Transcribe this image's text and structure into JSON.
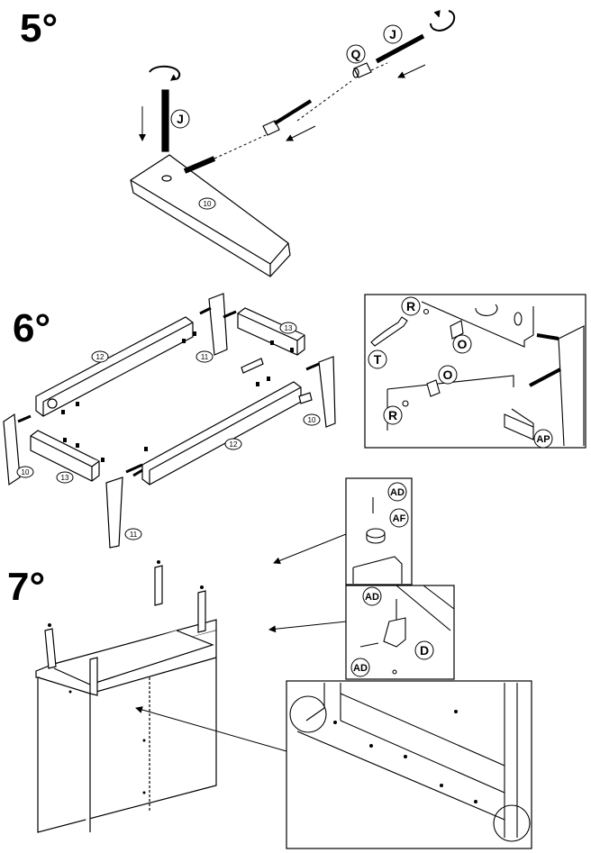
{
  "steps": {
    "s5": "5°",
    "s6": "6°",
    "s7": "7°"
  },
  "parts": {
    "j": "J",
    "q": "Q",
    "r": "R",
    "o": "O",
    "t": "T",
    "ap": "AP",
    "ad": "AD",
    "af": "AF",
    "d": "D",
    "p10": "10",
    "p11": "11",
    "p12": "12",
    "p13": "13"
  }
}
